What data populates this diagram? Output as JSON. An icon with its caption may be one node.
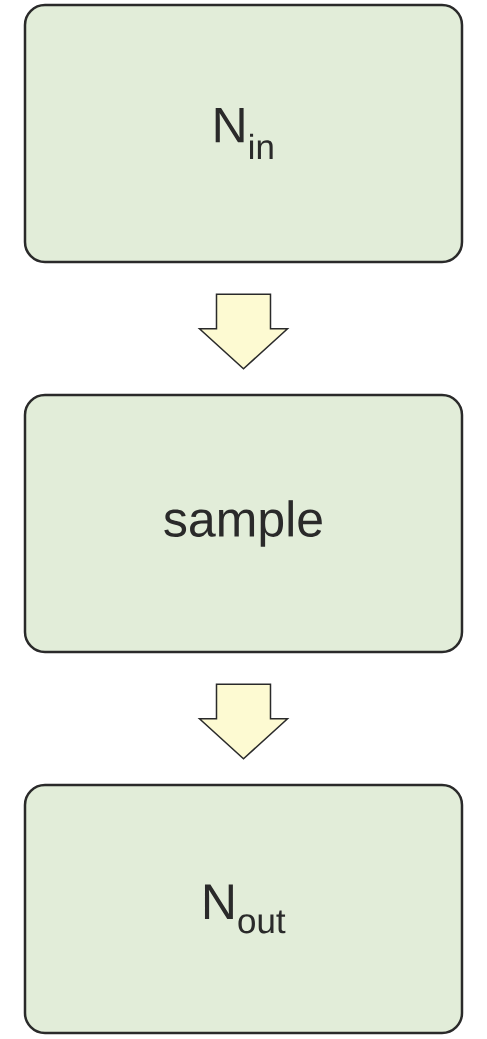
{
  "diagram": {
    "nodes": [
      {
        "text": [
          "N$_{in}$"
        ]
      },
      {
        "text": [
          "sample"
        ]
      },
      {
        "text": [
          "N$_{out}$"
        ]
      }
    ],
    "edges": [
      {
        "from": 0,
        "to": 1,
        "arrow": "to"
      },
      {
        "from": 1,
        "to": 2,
        "arrow": "to"
      }
    ]
  }
}
